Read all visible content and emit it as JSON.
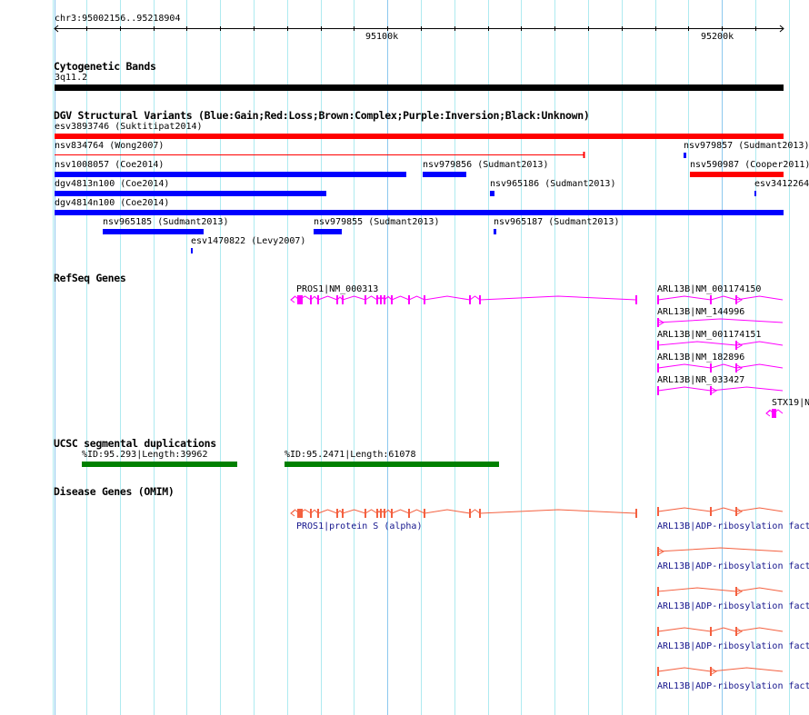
{
  "ruler": {
    "region": "chr3:95002156..95218904",
    "ticks": [
      "95100k",
      "95200k"
    ]
  },
  "tracks": {
    "cyto": {
      "title": "Cytogenetic Bands",
      "band": "3q11.2"
    },
    "dgv": {
      "title": "DGV Structural Variants (Blue:Gain;Red:Loss;Brown:Complex;Purple:Inversion;Black:Unknown)",
      "features": [
        "esv3893746 (Suktitipat2014)",
        "nsv834764 (Wong2007)",
        "nsv979857 (Sudmant2013)",
        "nsv1008057 (Coe2014)",
        "nsv979856 (Sudmant2013)",
        "nsv590987 (Cooper2011)",
        "dgv4813n100 (Coe2014)",
        "nsv965186 (Sudmant2013)",
        "esv3412264",
        "dgv4814n100 (Coe2014)",
        "nsv965185 (Sudmant2013)",
        "nsv979855 (Sudmant2013)",
        "nsv965187 (Sudmant2013)",
        "esv1470822 (Levy2007)"
      ]
    },
    "refseq": {
      "title": "RefSeq Genes",
      "genes": [
        "PROS1|NM_000313",
        "ARL13B|NM_001174150",
        "ARL13B|NM_144996",
        "ARL13B|NM_001174151",
        "ARL13B|NM_182896",
        "ARL13B|NR_033427",
        "STX19|N"
      ]
    },
    "segdup": {
      "title": "UCSC segmental duplications",
      "features": [
        "%ID:95.293|Length:39962",
        "%ID:95.2471|Length:61078"
      ]
    },
    "omim": {
      "title": "Disease Genes (OMIM)",
      "genes": [
        "PROS1|protein S (alpha)",
        "ARL13B|ADP-ribosylation fact",
        "ARL13B|ADP-ribosylation fact",
        "ARL13B|ADP-ribosylation fact",
        "ARL13B|ADP-ribosylation fact",
        "ARL13B|ADP-ribosylation fact"
      ]
    }
  },
  "colors": {
    "gain": "#0000ff",
    "loss": "#ff0000",
    "band": "#000000",
    "refseq": "#ff00ff",
    "segdup": "#008000",
    "omim": "#f4603f",
    "omim_label": "#14148c",
    "grid": "#aeeaf0",
    "grid_major": "#8cc8ee"
  }
}
